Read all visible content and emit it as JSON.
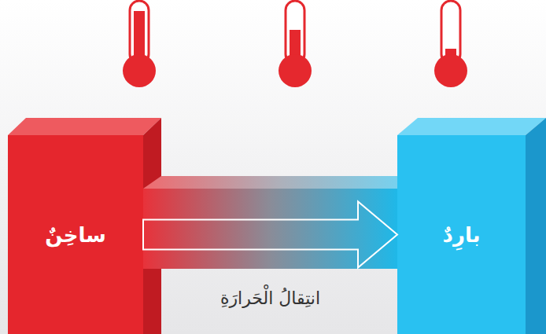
{
  "diagram": {
    "nodes": [
      {
        "text": [
          "ساخِنٌ"
        ]
      },
      {
        "text": [
          "بارِدٌ"
        ]
      }
    ],
    "edges": [
      {
        "from": 0,
        "to": 1,
        "arrow": "to",
        "label": "انتِقالُ الْحَرارَةِ"
      }
    ]
  }
}
